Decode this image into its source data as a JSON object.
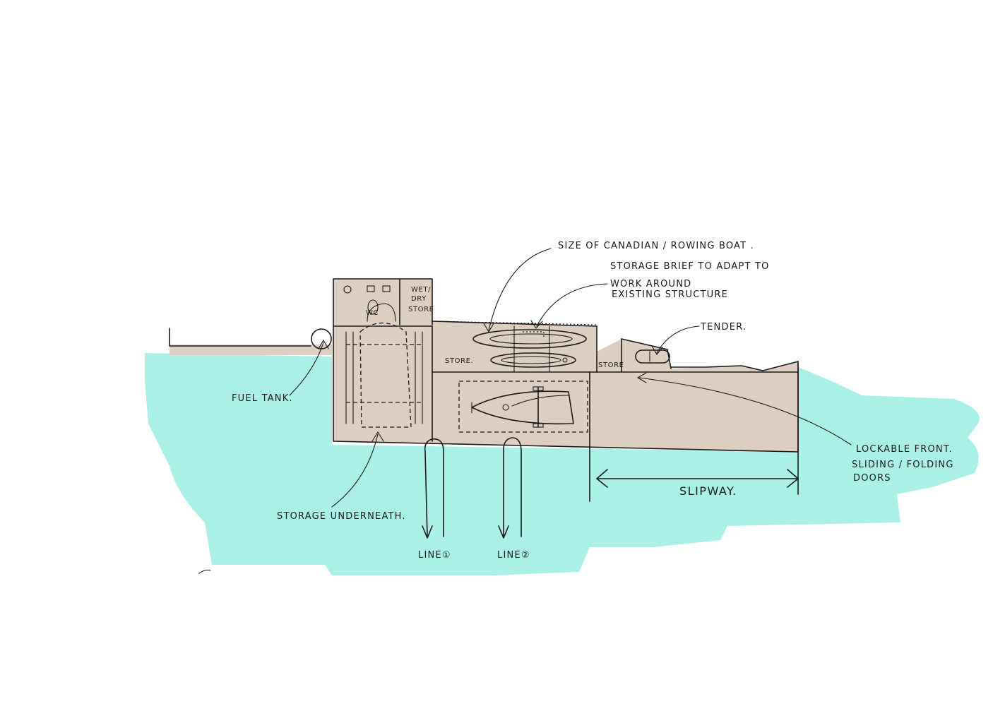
{
  "colors": {
    "water": "#aaf0e6",
    "structure": "#dccfc2",
    "ink": "#1a1a1a",
    "boat": "#ffffff"
  },
  "labels": {
    "canoe_size": "Size of Canadian / Rowing Boat .",
    "brief_line1": "Storage Brief to Adapt to",
    "brief_line2": "Work around",
    "brief_line3": "Existing Structure",
    "tender": "Tender.",
    "fuel_tank": "Fuel Tank.",
    "wc": "WC",
    "wet_dry_1": "Wet/",
    "wet_dry_2": "Dry",
    "wet_dry_3": "Store",
    "store_left": "Store.",
    "store_right": "Store",
    "lockable_1": "Lockable Front.",
    "lockable_2": "Sliding / Folding",
    "lockable_3": "Doors",
    "slipway": "Slipway.",
    "storage_underneath": "Storage Underneath.",
    "line1": "Line①",
    "line2": "Line②"
  }
}
